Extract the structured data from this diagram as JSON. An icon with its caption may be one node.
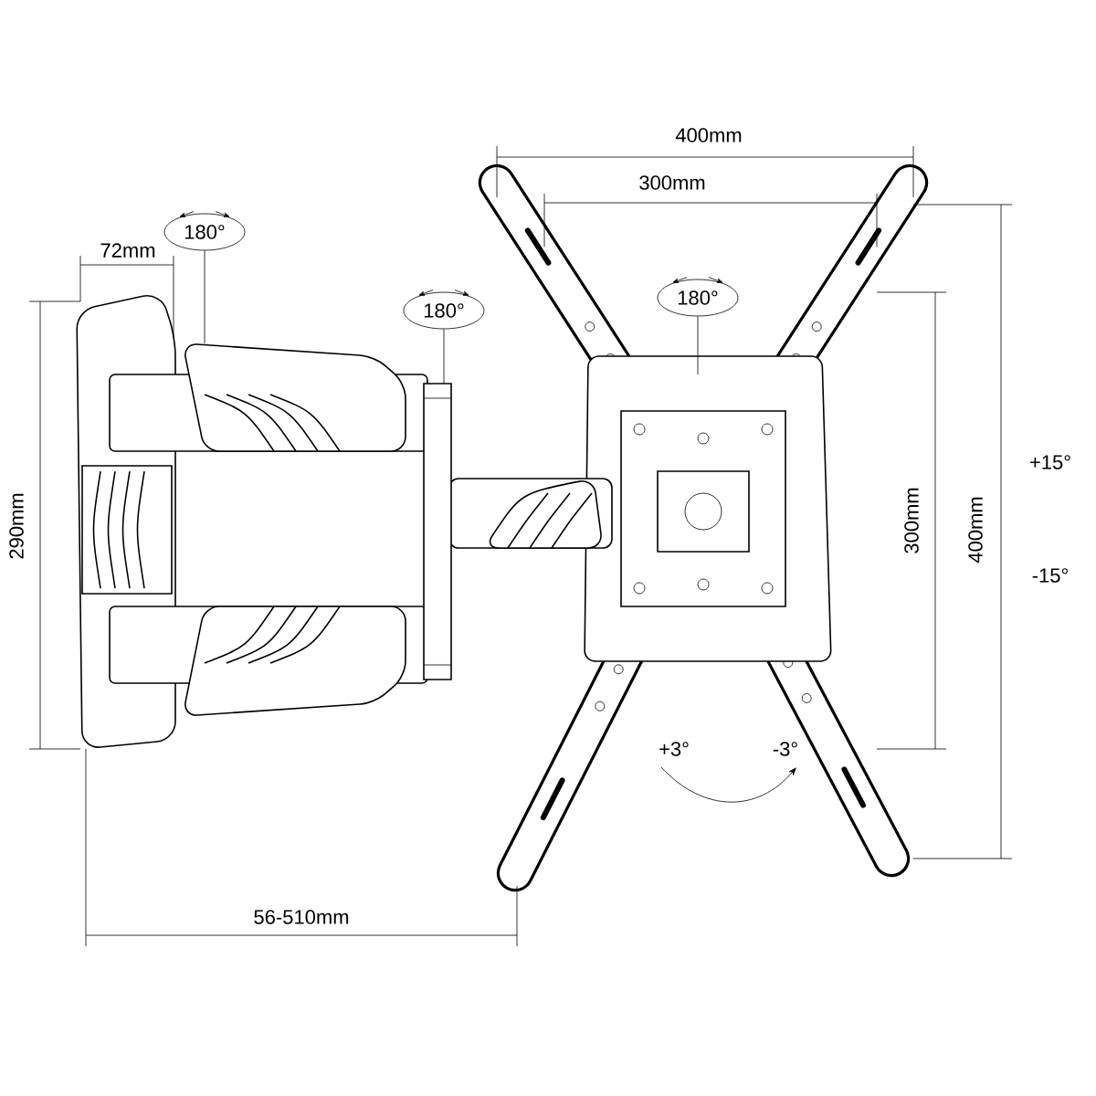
{
  "diagram": {
    "nodes": [
      {
        "text": [
          "180°"
        ]
      },
      {
        "text": [
          "180°"
        ]
      },
      {
        "text": [
          "180°"
        ]
      }
    ],
    "edges": [
      {
        "from": 0,
        "to": null,
        "arrow": "none"
      },
      {
        "from": 1,
        "to": null,
        "arrow": "none"
      },
      {
        "from": 2,
        "to": null,
        "arrow": "none"
      }
    ],
    "labels": [
      "400mm",
      "300mm",
      "72mm",
      "290mm",
      "300mm",
      "400mm",
      "+15°",
      "-15°",
      "+3°",
      "-3°",
      "56-510mm"
    ]
  }
}
